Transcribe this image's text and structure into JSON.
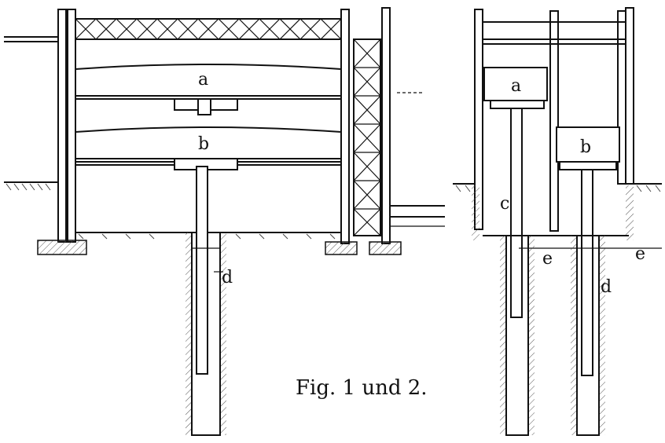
{
  "figure": {
    "caption": "Fig. 1 und 2.",
    "fig1": {
      "label_a": "a",
      "label_b": "b",
      "label_d": "d"
    },
    "fig2": {
      "label_a": "a",
      "label_b": "b",
      "label_c": "c",
      "label_d": "d",
      "label_e_left": "e",
      "label_e_right": "e"
    }
  }
}
